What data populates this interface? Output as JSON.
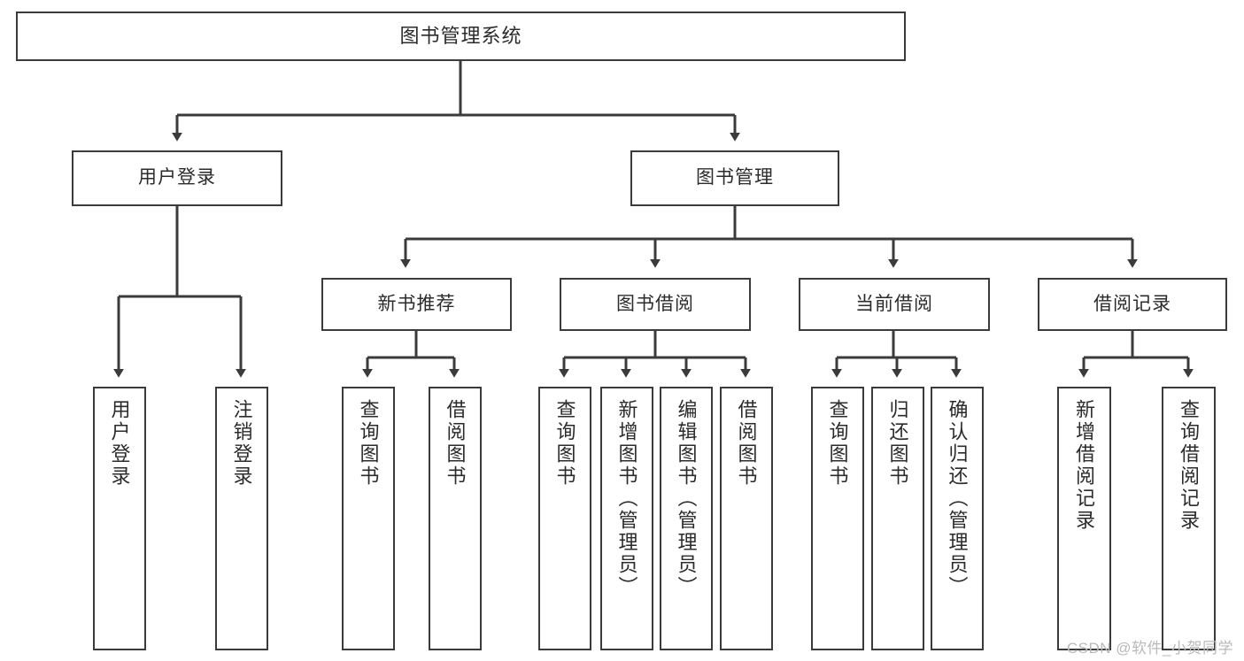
{
  "diagram": {
    "title": "图书管理系统",
    "type": "hierarchy-tree",
    "colors": {
      "box_border": "#3b3b3b",
      "box_fill": "#ffffff",
      "connector": "#3b3b3b",
      "text": "#2b2b2b",
      "watermark": "#b9b9b9",
      "background": "#ffffff"
    },
    "nodes": {
      "root": {
        "label": "图书管理系统"
      },
      "level1": [
        {
          "id": "user-login",
          "label": "用户登录"
        },
        {
          "id": "book-manage",
          "label": "图书管理"
        }
      ],
      "level2": [
        {
          "id": "new-book-recommend",
          "label": "新书推荐"
        },
        {
          "id": "book-borrow",
          "label": "图书借阅"
        },
        {
          "id": "current-borrow",
          "label": "当前借阅"
        },
        {
          "id": "borrow-record",
          "label": "借阅记录"
        }
      ],
      "leaves": {
        "user_login": [
          {
            "id": "leaf-user-login",
            "label": "用户登录"
          },
          {
            "id": "leaf-logout-login",
            "label": "注销登录"
          }
        ],
        "new_book_recommend": [
          {
            "id": "leaf-query-book-1",
            "label": "查询图书"
          },
          {
            "id": "leaf-borrow-book-1",
            "label": "借阅图书"
          }
        ],
        "book_borrow": [
          {
            "id": "leaf-query-book-2",
            "label": "查询图书"
          },
          {
            "id": "leaf-add-book",
            "label": "新增图书（管理员）"
          },
          {
            "id": "leaf-edit-book",
            "label": "编辑图书（管理员）"
          },
          {
            "id": "leaf-borrow-book-2",
            "label": "借阅图书"
          }
        ],
        "current_borrow": [
          {
            "id": "leaf-query-book-3",
            "label": "查询图书"
          },
          {
            "id": "leaf-return-book",
            "label": "归还图书"
          },
          {
            "id": "leaf-confirm-return",
            "label": "确认归还（管理员）"
          }
        ],
        "borrow_record": [
          {
            "id": "leaf-add-record",
            "label": "新增借阅记录"
          },
          {
            "id": "leaf-query-record",
            "label": "查询借阅记录"
          }
        ]
      }
    },
    "watermark": "CSDN @软件_小贺同学"
  }
}
